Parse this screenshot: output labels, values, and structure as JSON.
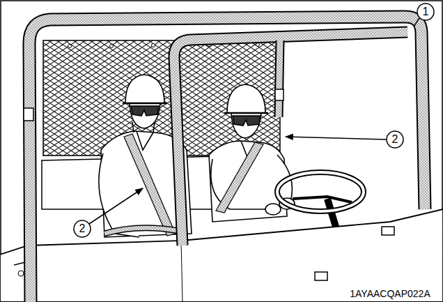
{
  "diagram": {
    "labels": [
      "1",
      "2",
      "2",
      "1AYAACQAP022A"
    ]
  }
}
